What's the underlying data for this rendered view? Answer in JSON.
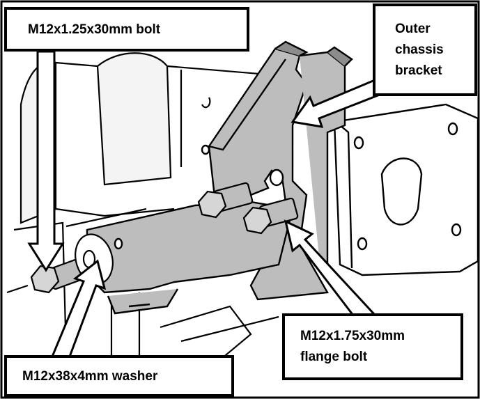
{
  "callouts": {
    "bolt_top": "M12x1.25x30mm bolt",
    "bracket_line1": "Outer",
    "bracket_line2": "chassis",
    "bracket_line3": "bracket",
    "flange_line1": "M12x1.75x30mm",
    "flange_line2": "flange bolt",
    "washer": "M12x38x4mm washer"
  },
  "colors": {
    "ink": "#000000",
    "part_fill": "#bdbdbd",
    "part_dark": "#8c8c8c",
    "background": "#ffffff"
  }
}
